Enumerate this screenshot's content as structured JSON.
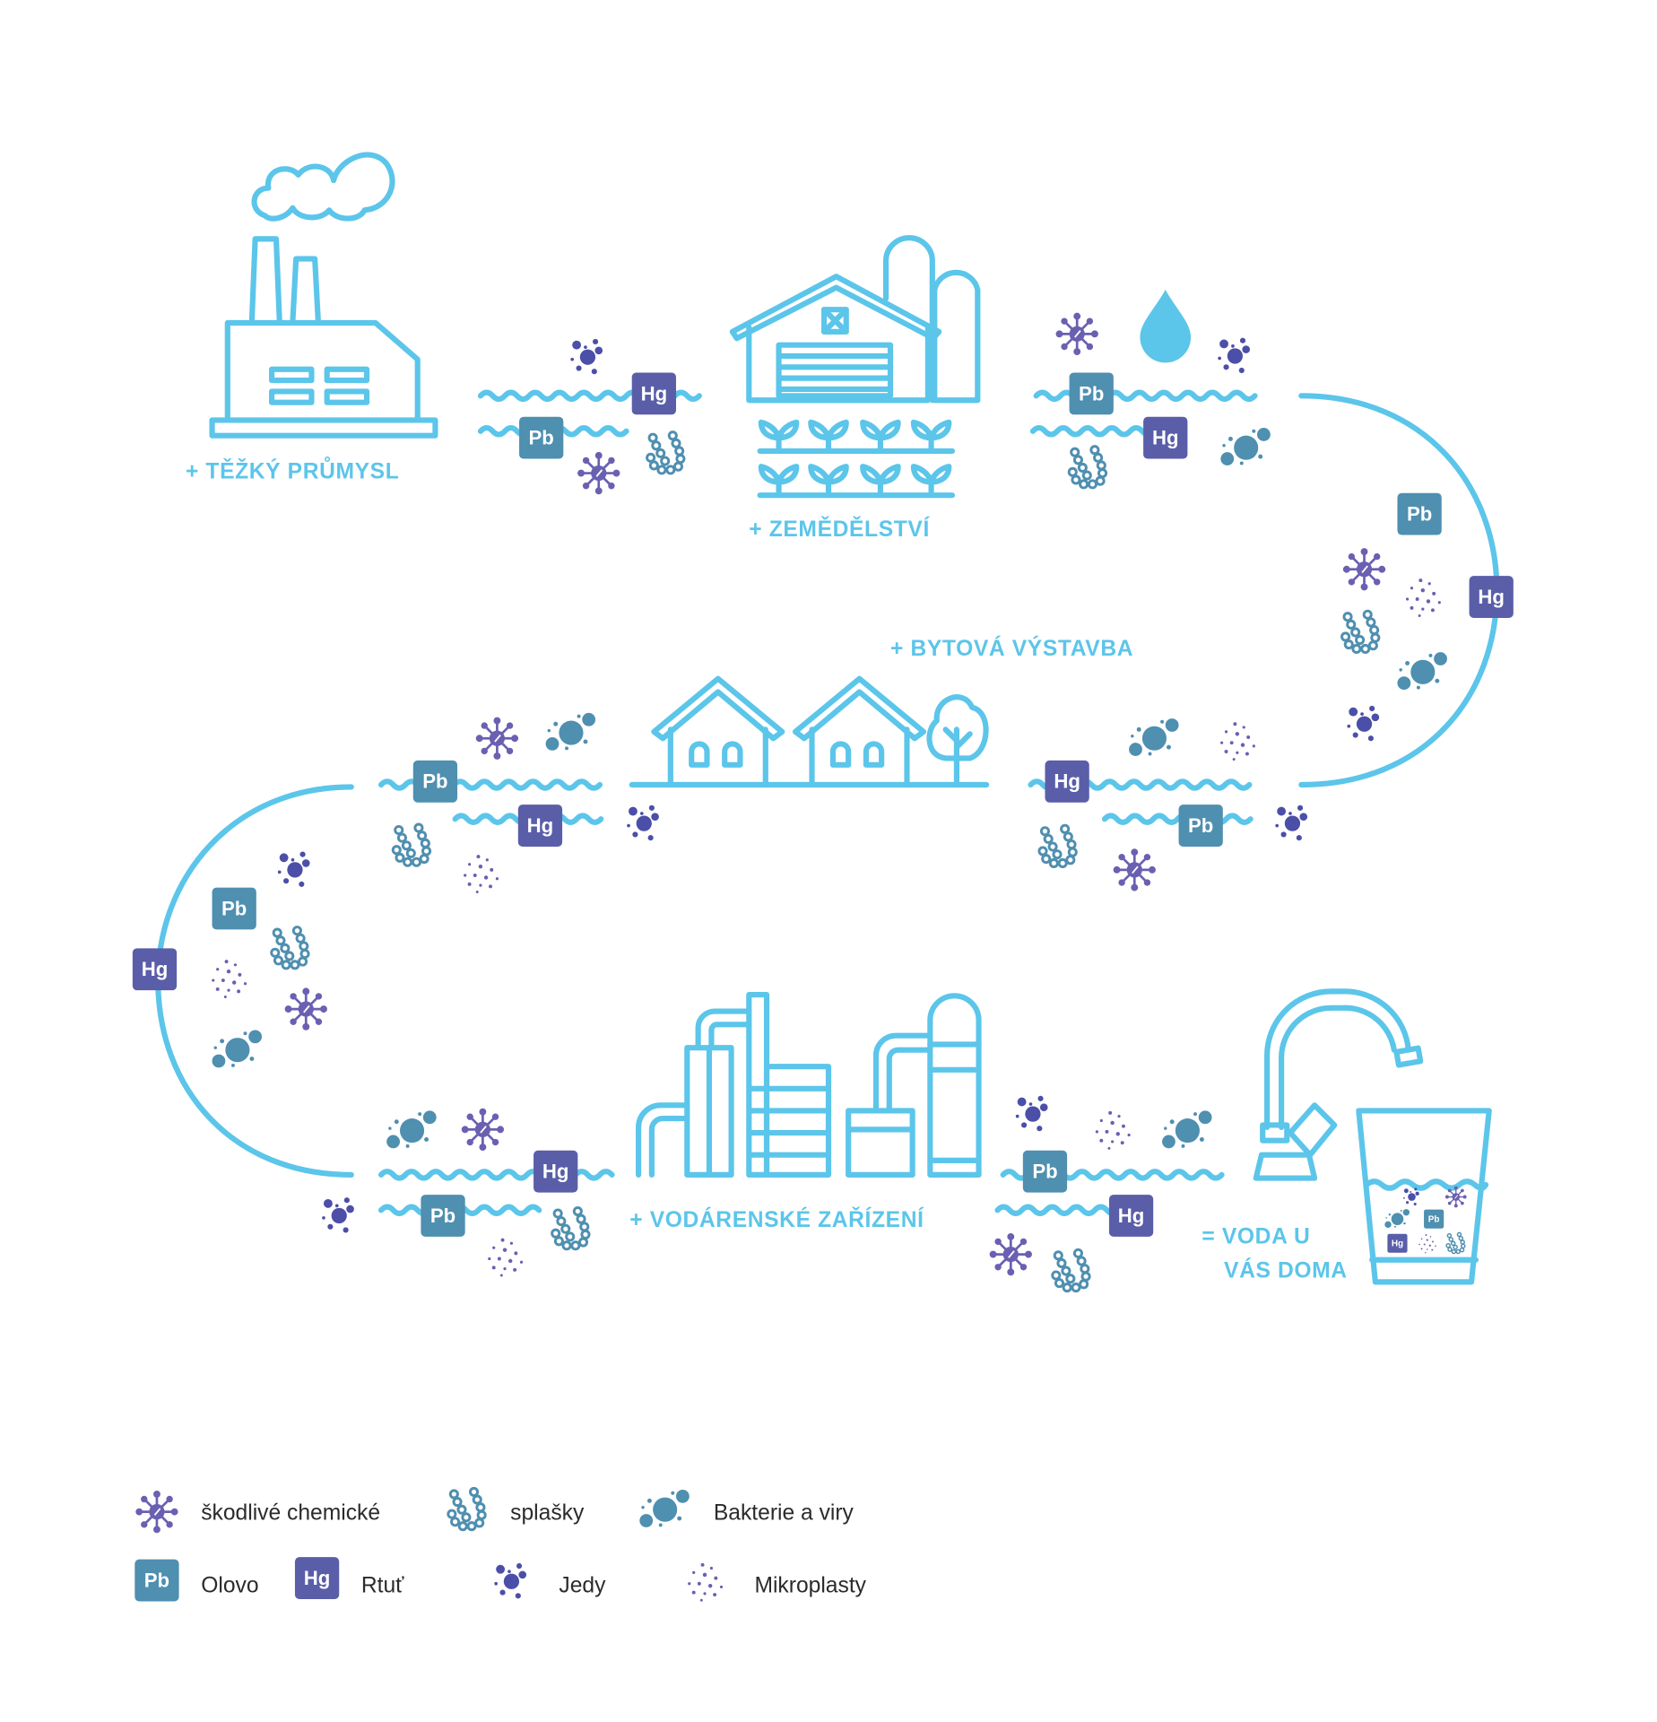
{
  "colors": {
    "line": "#5cc5ea",
    "lead_badge": "#4f8fb0",
    "mercury_badge": "#5a5ea8",
    "chemical": "#6a60b2",
    "sewage": "#4f8fb0",
    "bacteria": "#4f8fb0",
    "poison": "#4b4fa8",
    "microplastic": "#6a60b2",
    "legend_text": "#2b2b2b"
  },
  "stages": {
    "industry": "+ TĚŽKÝ PRŮMYSL",
    "agriculture": "+ ZEMĚDĚLSTVÍ",
    "housing": "+ BYTOVÁ VÝSTAVBA",
    "waterworks": "+ VODÁRENSKÉ ZAŘÍZENÍ",
    "result_line1": "= VODA U",
    "result_line2": "VÁS DOMA"
  },
  "badges": {
    "lead": "Pb",
    "mercury": "Hg"
  },
  "icons": [
    "factory-icon",
    "barn-icon",
    "water-drop-icon",
    "houses-icon",
    "tree-icon",
    "water-treatment-plant-icon",
    "faucet-icon",
    "water-glass-icon"
  ],
  "legend": {
    "chemicals": "škodlivé chemické",
    "sewage": "splašky",
    "bacteria": "Bakterie a viry",
    "lead": "Olovo",
    "mercury": "Rtuť",
    "poisons": "Jedy",
    "microplastics": "Mikroplasty"
  }
}
